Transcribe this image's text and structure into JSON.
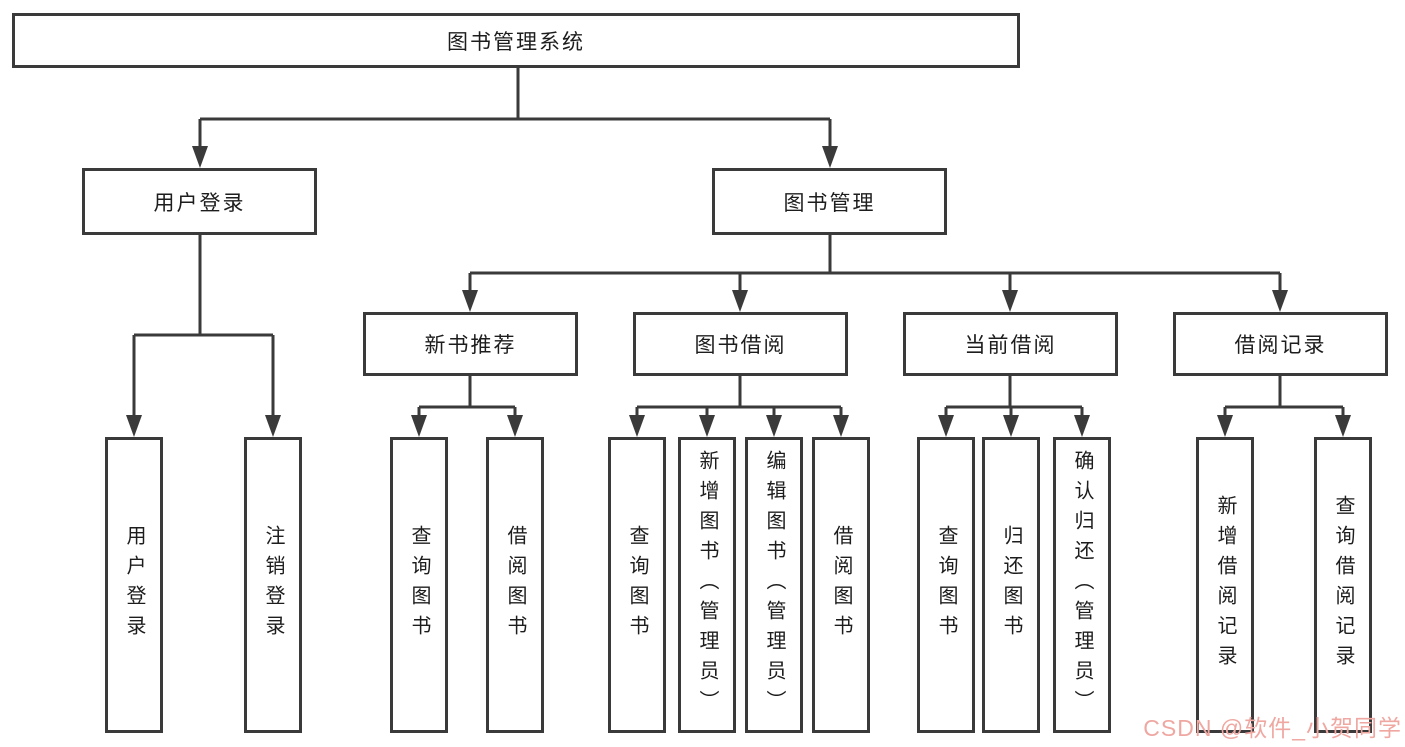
{
  "tree": {
    "root": {
      "label": "图书管理系统"
    },
    "children": [
      {
        "label": "用户登录",
        "children": [
          {
            "label": "用户登录"
          },
          {
            "label": "注销登录"
          }
        ]
      },
      {
        "label": "图书管理",
        "children": [
          {
            "label": "新书推荐",
            "children": [
              {
                "label": "查询图书"
              },
              {
                "label": "借阅图书"
              }
            ]
          },
          {
            "label": "图书借阅",
            "children": [
              {
                "label": "查询图书"
              },
              {
                "label": "新增图书（管理员）"
              },
              {
                "label": "编辑图书（管理员）"
              },
              {
                "label": "借阅图书"
              }
            ]
          },
          {
            "label": "当前借阅",
            "children": [
              {
                "label": "查询图书"
              },
              {
                "label": "归还图书"
              },
              {
                "label": "确认归还（管理员）"
              }
            ]
          },
          {
            "label": "借阅记录",
            "children": [
              {
                "label": "新增借阅记录"
              },
              {
                "label": "查询借阅记录"
              }
            ]
          }
        ]
      }
    ]
  },
  "colors": {
    "line": "#3a3a3a",
    "box_border": "#3a3a3a",
    "watermark": "#efa7a1"
  },
  "watermark": {
    "text": "CSDN @软件_小贺同学"
  }
}
